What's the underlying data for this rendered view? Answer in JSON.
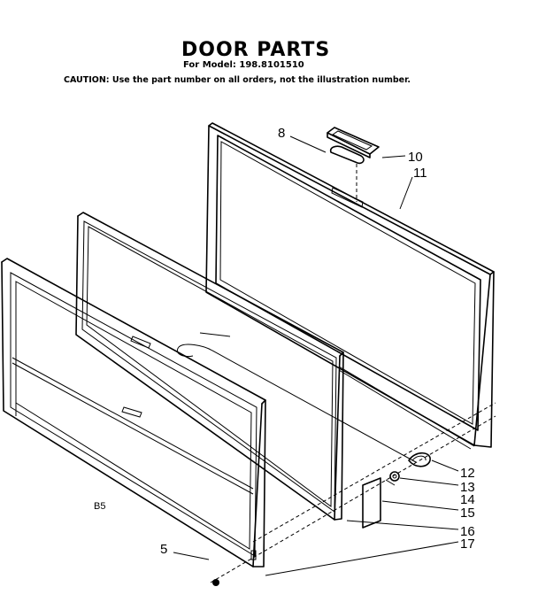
{
  "header": {
    "title": "DOOR PARTS",
    "model": "For Model: 198.8101510",
    "caution": "CAUTION: Use the part number on all orders, not the illustration number."
  },
  "diagram": {
    "code": "B5",
    "callouts": [
      "5",
      "8",
      "10",
      "11",
      "12",
      "13",
      "14",
      "15",
      "16",
      "17"
    ]
  }
}
